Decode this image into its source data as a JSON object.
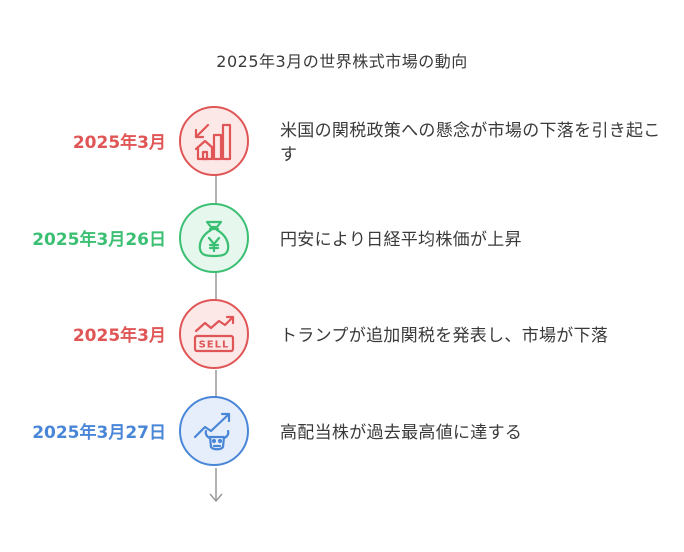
{
  "title": "2025年3月の世界株式市場の動向",
  "events": [
    {
      "date": "2025年3月",
      "text": "米国の関税政策への懸念が市場の下落を引き起こす",
      "icon": "falling-chart-house-icon",
      "color": "#e05555"
    },
    {
      "date": "2025年3月26日",
      "text": "円安により日経平均株価が上昇",
      "icon": "yen-money-bag-icon",
      "color": "#3bbf73"
    },
    {
      "date": "2025年3月",
      "text": "トランプが追加関税を発表し、市場が下落",
      "icon": "sell-sign-icon",
      "color": "#e05555"
    },
    {
      "date": "2025年3月27日",
      "text": "高配当株が過去最高値に達する",
      "icon": "bull-rising-icon",
      "color": "#4a86d8"
    }
  ]
}
